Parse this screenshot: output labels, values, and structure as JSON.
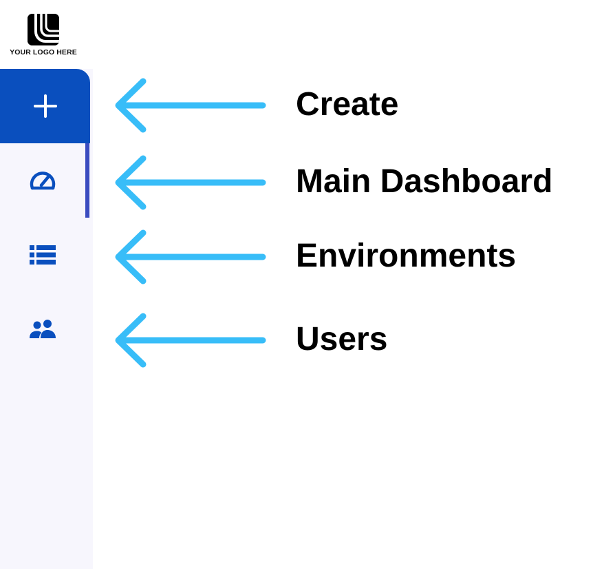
{
  "logo": {
    "text": "YOUR LOGO HERE",
    "icon": "logo-arc-icon"
  },
  "sidebar": {
    "items": [
      {
        "id": "create",
        "icon": "plus-icon",
        "active": false
      },
      {
        "id": "dashboard",
        "icon": "speedometer-icon",
        "active": true
      },
      {
        "id": "environments",
        "icon": "list-icon",
        "active": false
      },
      {
        "id": "users",
        "icon": "users-icon",
        "active": false
      }
    ]
  },
  "callouts": [
    {
      "label": "Create"
    },
    {
      "label": "Main Dashboard"
    },
    {
      "label": "Environments"
    },
    {
      "label": "Users"
    }
  ],
  "colors": {
    "primary": "#0a4fbe",
    "active_indicator": "#3b4cc0",
    "sidebar_bg": "#f7f6fd",
    "arrow": "#38bdf8",
    "icon": "#0a4fbe"
  }
}
